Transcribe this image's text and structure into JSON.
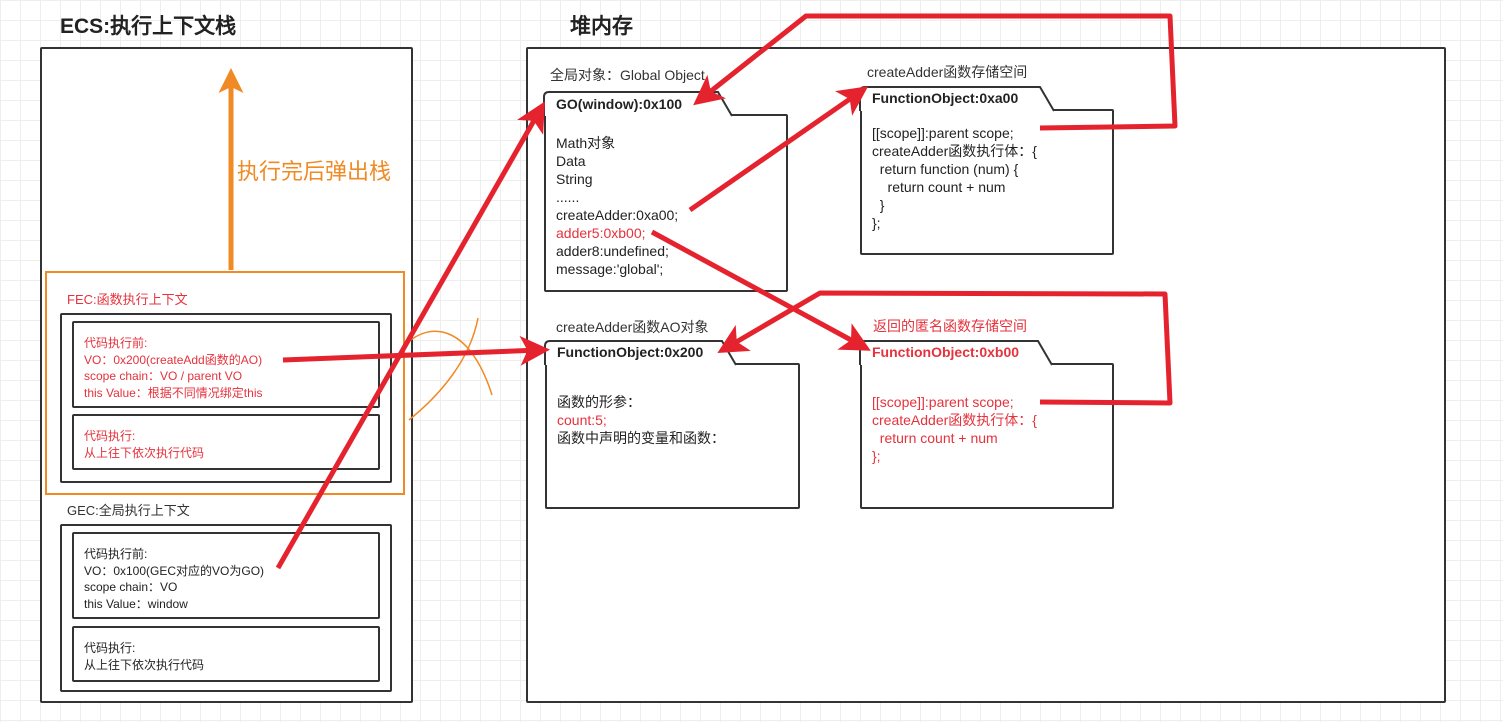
{
  "titles": {
    "ecs": "ECS:执行上下文栈",
    "heap": "堆内存"
  },
  "stack": {
    "pop_label": "执行完后弹出栈",
    "fec": {
      "title": "FEC:函数执行上下文",
      "before": [
        "代码执行前:",
        "VO：0x200(createAdd函数的AO)",
        "scope chain：VO / parent VO",
        "this Value：根据不同情况绑定this"
      ],
      "exec": [
        "代码执行:",
        "从上往下依次执行代码"
      ]
    },
    "gec": {
      "title": "GEC:全局执行上下文",
      "before": [
        "代码执行前:",
        "VO：0x100(GEC对应的VO为GO)",
        "scope chain：VO",
        "this Value：window"
      ],
      "exec": [
        "代码执行:",
        "从上往下依次执行代码"
      ]
    }
  },
  "heap": {
    "go": {
      "caption": "全局对象：Global Object",
      "tab": "GO(window):0x100",
      "lines": [
        "Math对象",
        "Data",
        "String",
        "......",
        "createAdder:0xa00;",
        "adder5:0xb00;",
        "adder8:undefined;",
        "message:'global';"
      ]
    },
    "fo_a00": {
      "caption": "createAdder函数存储空间",
      "tab": "FunctionObject:0xa00",
      "lines": [
        "[[scope]]:parent scope;",
        "",
        "createAdder函数执行体：{",
        "  return function (num) {",
        "    return count + num",
        "  }",
        "};"
      ]
    },
    "ao_200": {
      "caption": "createAdder函数AO对象",
      "tab": "FunctionObject:0x200",
      "lines": [
        "函数的形参：",
        "count:5;",
        "函数中声明的变量和函数："
      ]
    },
    "fo_b00": {
      "caption": "返回的匿名函数存储空间",
      "tab": "FunctionObject:0xb00",
      "lines": [
        "[[scope]]:parent scope;",
        "",
        "createAdder函数执行体：{",
        "  return count + num",
        "};"
      ]
    }
  },
  "colors": {
    "arrow_red": "#e5232e",
    "fec_orange": "#f08a24",
    "border": "#333333"
  }
}
